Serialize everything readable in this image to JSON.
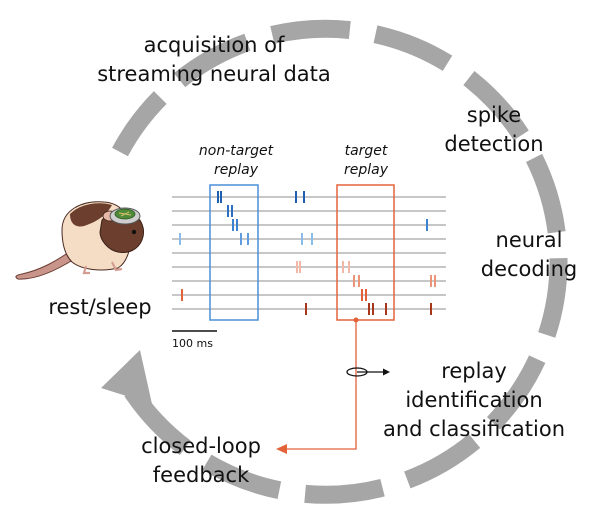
{
  "cycle": {
    "steps": [
      {
        "id": "acquisition",
        "lines": [
          "acquisition of",
          "streaming neural data"
        ]
      },
      {
        "id": "spike-detection",
        "lines": [
          "spike",
          "detection"
        ]
      },
      {
        "id": "neural-decoding",
        "lines": [
          "neural",
          "decoding"
        ]
      },
      {
        "id": "replay-id",
        "lines": [
          "replay",
          "identification",
          "and classification"
        ]
      },
      {
        "id": "feedback",
        "lines": [
          "closed-loop",
          "feedback"
        ]
      },
      {
        "id": "rest",
        "lines": [
          "rest/sleep"
        ]
      }
    ]
  },
  "raster": {
    "non_target_label": [
      "non-target",
      "replay"
    ],
    "target_label": [
      "target",
      "replay"
    ],
    "scale_bar_label": "100 ms"
  },
  "colors": {
    "cycle_arrow": "#a6a6a6",
    "non_target_box": "#4a8fd8",
    "target_box": "#e3623a",
    "feedback_line": "#e3623a",
    "blue_series": [
      "#1f5fb0",
      "#2a6fc0",
      "#3b82d1",
      "#5f9ce0",
      "#8bbdea"
    ],
    "red_series": [
      "#f2b7a6",
      "#eb9478",
      "#e3623a",
      "#c9451f",
      "#a8361a"
    ]
  },
  "icons": [
    "rat-icon",
    "implant-icon",
    "detector-icon"
  ]
}
